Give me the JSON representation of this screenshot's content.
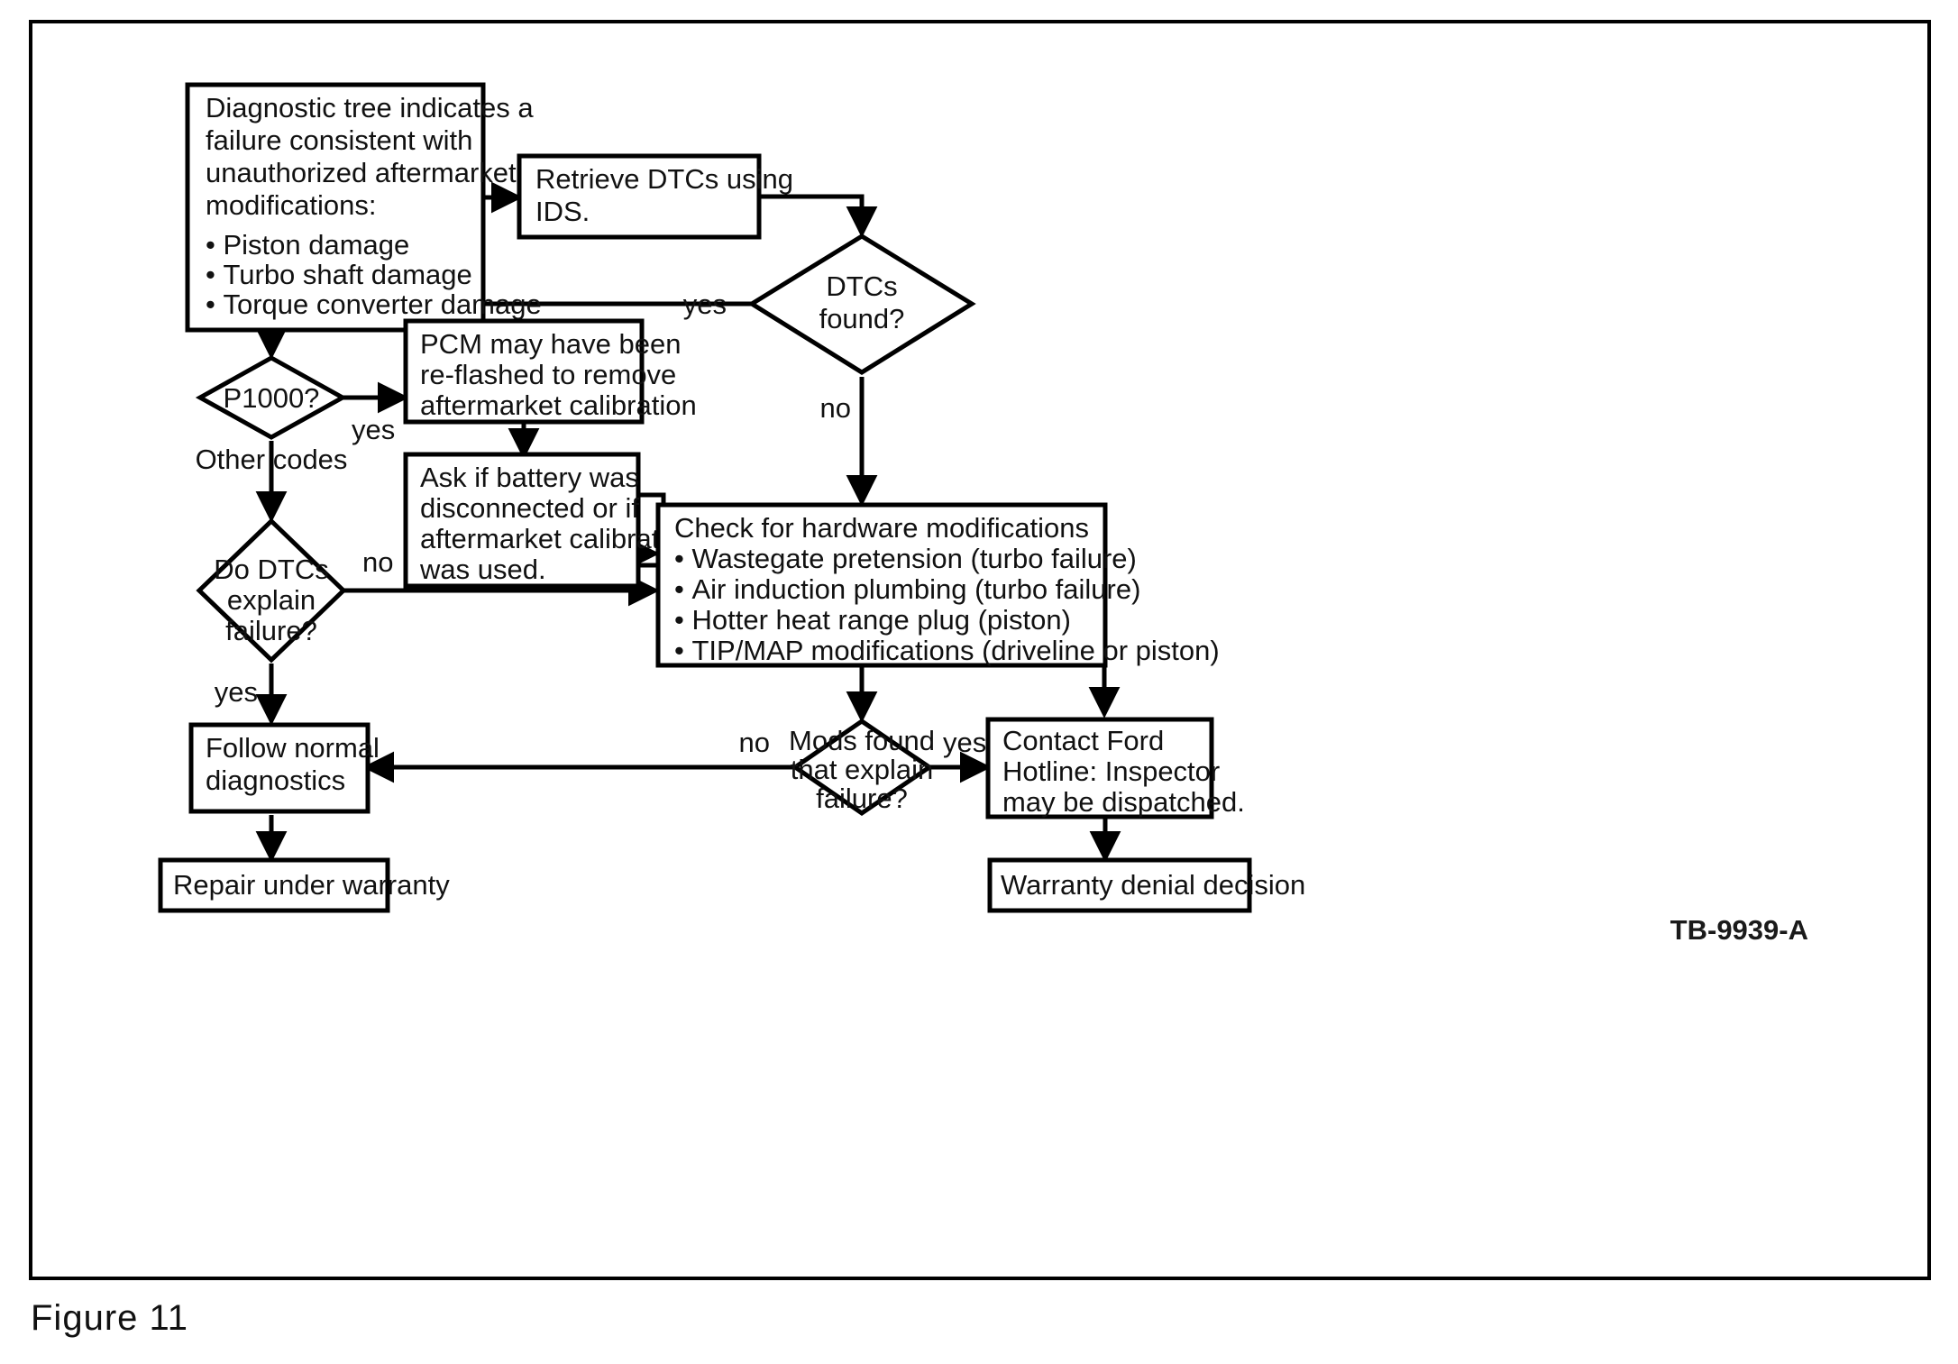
{
  "figure": {
    "caption": "Figure 11",
    "code": "TB-9939-A"
  },
  "nodes": {
    "start": {
      "kind": "box",
      "heading_lines": [
        "Diagnostic tree indicates a",
        "failure consistent with",
        "unauthorized aftermarket",
        "modifications:"
      ],
      "bullets": [
        "Piston damage",
        "Turbo shaft damage",
        "Torque converter damage"
      ]
    },
    "retrieve_dtcs": {
      "kind": "box",
      "lines": [
        "Retrieve DTCs using",
        "IDS."
      ]
    },
    "dtcs_found": {
      "kind": "decision",
      "lines": [
        "DTCs",
        "found?"
      ]
    },
    "p1000": {
      "kind": "decision",
      "lines": [
        "P1000?"
      ]
    },
    "pcm_reflash": {
      "kind": "box",
      "lines": [
        "PCM may have been",
        "re-flashed to remove",
        "aftermarket calibration"
      ]
    },
    "ask_battery": {
      "kind": "box",
      "lines": [
        "Ask if battery was",
        "disconnected or if",
        "aftermarket calibration",
        "was used."
      ]
    },
    "do_dtcs_explain": {
      "kind": "decision",
      "lines": [
        "Do DTCs",
        "explain",
        "failure?"
      ]
    },
    "check_hardware": {
      "kind": "box",
      "heading_lines": [
        "Check for hardware modifications"
      ],
      "bullets": [
        "Wastegate pretension (turbo failure)",
        "Air induction plumbing (turbo failure)",
        "Hotter heat range plug (piston)",
        "TIP/MAP modifications (driveline or piston)"
      ]
    },
    "mods_found": {
      "kind": "decision",
      "lines": [
        "Mods found",
        "that explain",
        "failure?"
      ]
    },
    "follow_normal": {
      "kind": "box",
      "lines": [
        "Follow normal",
        "diagnostics"
      ]
    },
    "contact_ford": {
      "kind": "box",
      "lines": [
        "Contact Ford",
        "Hotline: Inspector",
        "may be dispatched."
      ]
    },
    "repair_warranty": {
      "kind": "box",
      "lines": [
        "Repair under warranty"
      ]
    },
    "warranty_denial": {
      "kind": "box",
      "lines": [
        "Warranty denial decision"
      ]
    }
  },
  "edge_labels": {
    "dtcs_found_yes": "yes",
    "dtcs_found_no": "no",
    "p1000_yes": "yes",
    "p1000_other": "Other codes",
    "do_dtcs_explain_no": "no",
    "do_dtcs_explain_yes": "yes",
    "mods_found_no": "no",
    "mods_found_yes": "yes"
  },
  "colors": {
    "stroke": "#000000",
    "fill": "#ffffff",
    "text": "#111111",
    "frame": "#000000"
  }
}
